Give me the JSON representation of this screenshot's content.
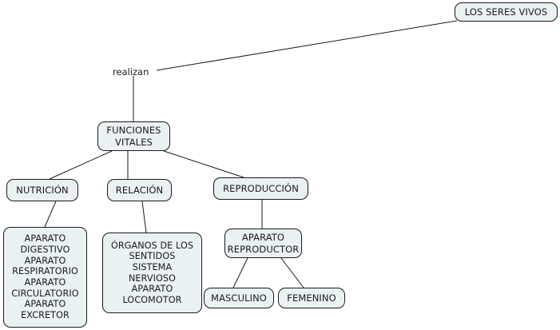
{
  "diagram": {
    "title": "LOS SERES VIVOS",
    "type": "concept-map",
    "colors": {
      "node_fill": "#eaf1f3",
      "node_border": "#1a1a1a",
      "edge": "#1a1a1a",
      "background": "#ffffff",
      "text": "#1a1a1a"
    },
    "nodes": {
      "root": "LOS SERES VIVOS",
      "central": "FUNCIONES\nVITALES",
      "nutricion": "NUTRICIÓN",
      "relacion": "RELACIÓN",
      "reproduccion": "REPRODUCCIÓN",
      "list_nutricion": "APARATO\nDIGESTIVO\nAPARATO\nRESPIRATORIO\nAPARATO\nCIRCULATORIO\nAPARATO\nEXCRETOR",
      "list_relacion": "ÓRGANOS DE LOS\nSENTIDOS\nSISTEMA\nNERVIOSO\nAPARATO\nLOCOMOTOR",
      "aparato_reproductor": "APARATO\nREPRODUCTOR",
      "masculino": "MASCULINO",
      "femenino": "FEMENINO"
    },
    "edge_labels": {
      "realizan": "realizan"
    },
    "items": {
      "nutricion_list": [
        "APARATO DIGESTIVO",
        "APARATO RESPIRATORIO",
        "APARATO CIRCULATORIO",
        "APARATO EXCRETOR"
      ],
      "relacion_list": [
        "ÓRGANOS DE LOS SENTIDOS",
        "SISTEMA NERVIOSO",
        "APARATO LOCOMOTOR"
      ],
      "reproduccion_list": [
        "MASCULINO",
        "FEMENINO"
      ]
    }
  }
}
